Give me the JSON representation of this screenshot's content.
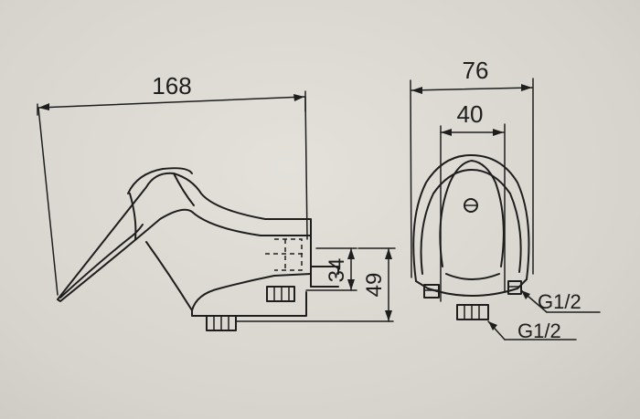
{
  "side_view": {
    "dim_length": "168",
    "dim_height_inner": "34",
    "dim_height_outer": "49"
  },
  "front_view": {
    "dim_width_outer": "76",
    "dim_width_inner": "40",
    "thread_upper": "G1/2",
    "thread_lower": "G1/2"
  }
}
